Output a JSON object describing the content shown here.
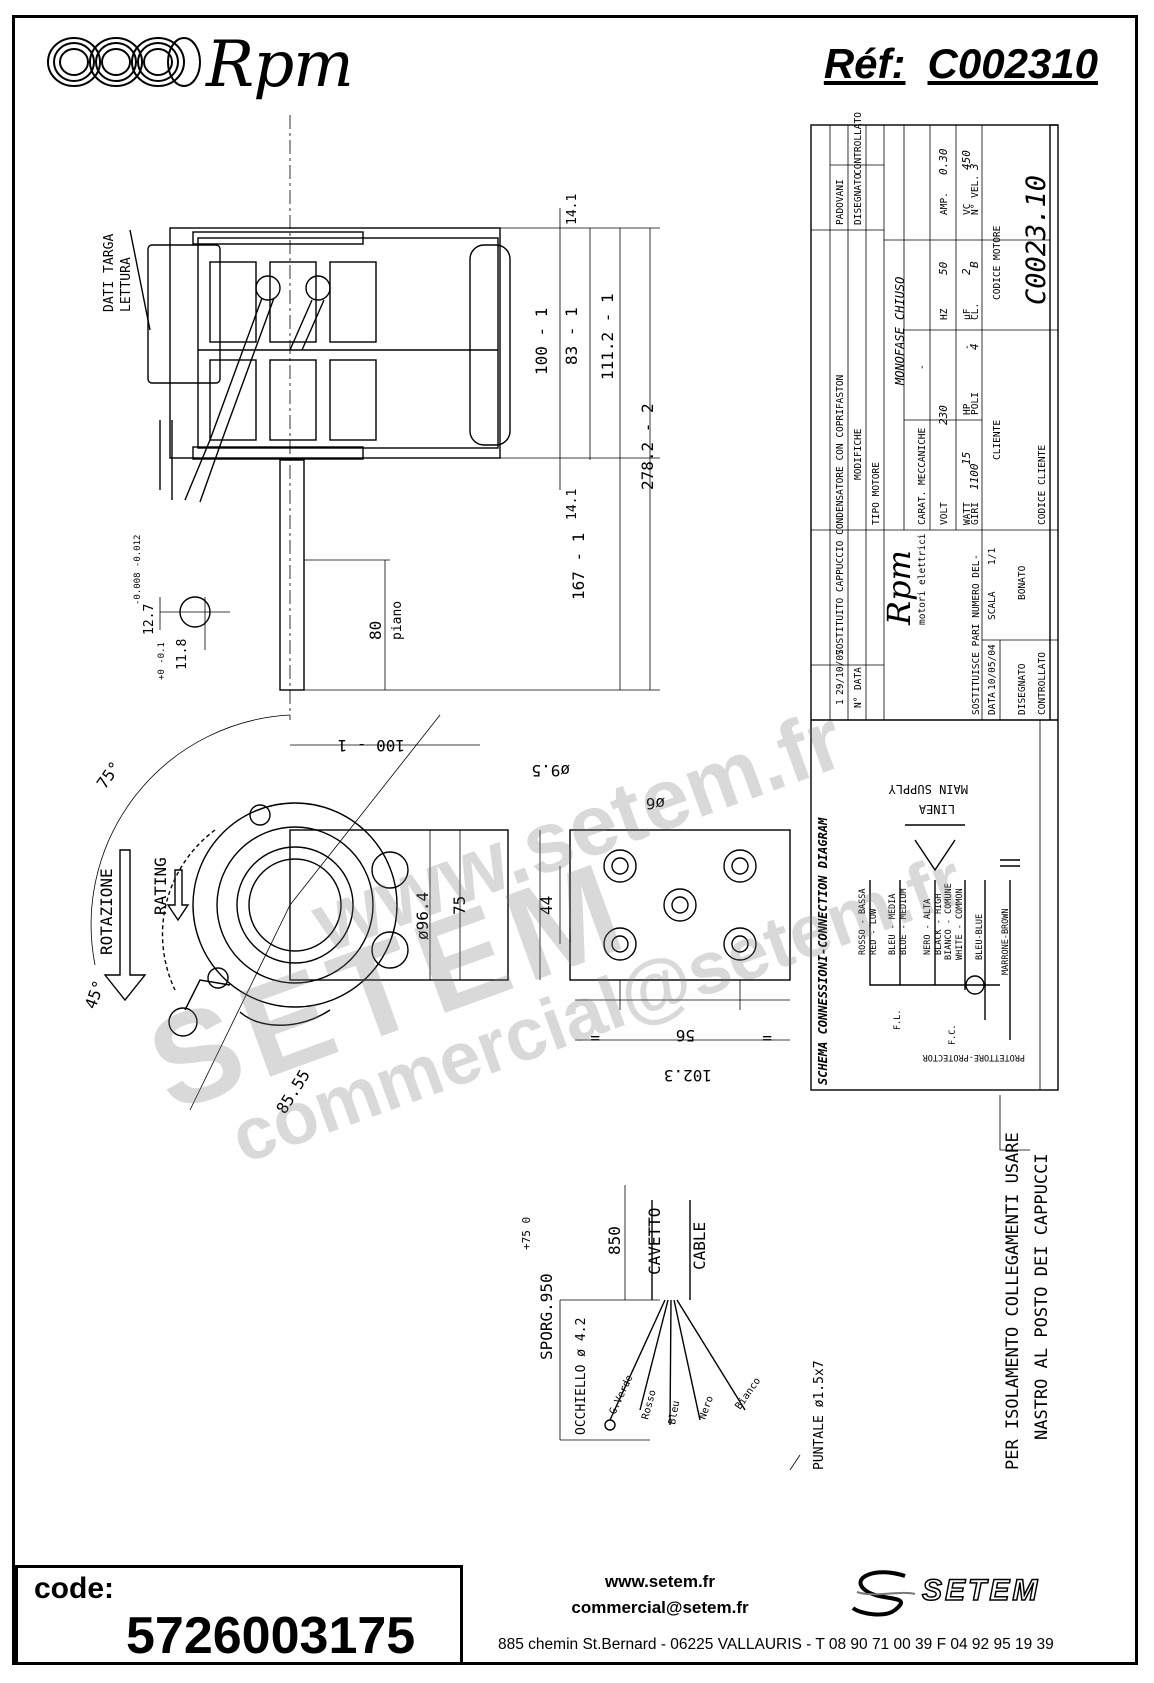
{
  "header": {
    "brand": "Rpm",
    "ref_label": "Réf:",
    "ref_value": "C002310"
  },
  "drawing": {
    "side_view": {
      "label_dati_targa": "DATI TARGA",
      "label_lettura": "LETTURA",
      "dim_14_1_top": "14.1",
      "dim_14_1_bottom": "14.1",
      "dim_100": "100 - 1",
      "dim_83": "83 - 1",
      "dim_111": "111.2 - 1",
      "dim_278": "278.2 - 2",
      "dim_167": "167 - 1",
      "dim_80": "80",
      "label_piano": "piano",
      "shaft_dia": "12.7",
      "shaft_tol": "-0.008 -0.012",
      "shaft_flat": "11.8",
      "shaft_flat_tol": "+0 -0.1"
    },
    "front_view": {
      "angle_75": "75°",
      "angle_45": "45°",
      "label_rotazione": "ROTAZIONE",
      "label_rating": "RATING",
      "dim_96_4": "ø96.4",
      "dim_85_55": "85.55",
      "dim_100_top": "100 - 1",
      "dim_75": "75",
      "dim_44": "44",
      "dim_9_5": "ø9.5",
      "dim_6": "ø6",
      "dim_56": "56",
      "dim_102_3": "102.3",
      "eq_mark": "="
    },
    "title_block": {
      "rev_no": "1",
      "rev_date": "29/10/07",
      "rev_text": "SOSTITUITO CAPPUCCIO CONDENSATORE CON COPRIFASTON",
      "rev_by": "PADOVANI",
      "col_no": "N°",
      "col_data": "DATA",
      "col_modifiche": "MODIFICHE",
      "col_disegnato": "DISEGNATO",
      "col_controllato": "CONTROLLATO",
      "tipo_motore_label": "TIPO MOTORE",
      "tipo_motore_value": "MONOFASE CHIUSO",
      "carat_label": "CARAT. MECCANICHE",
      "carat_value": "-",
      "volt_label": "VOLT",
      "volt_value": "230",
      "hz_label": "HZ",
      "hz_value": "50",
      "amp_label": "AMP.",
      "amp_value": "0.30",
      "watt_label": "WATT",
      "watt_value": "15",
      "hp_label": "HP",
      "hp_value": "-",
      "uf_label": "µF",
      "uf_value": "2",
      "vc_label": "VC",
      "vc_value": "450",
      "giri_label": "GIRI",
      "giri_value": "1100",
      "poli_label": "POLI",
      "poli_value": "4",
      "cl_label": "CL.",
      "cl_value": "B",
      "nvel_label": "N° VEL.",
      "nvel_value": "3",
      "codice_motore_label": "CODICE MOTORE",
      "codice_motore_value": "C0023.10",
      "cliente_label": "CLIENTE",
      "codice_cliente_label": "CODICE CLIENTE",
      "company_name": "Rpm",
      "company_sub": "motori elettrici",
      "sostituisce_label": "SOSTITUISCE PARI NUMERO DEL",
      "sostituisce_value": "-",
      "data_label": "DATA",
      "data_value": "10/05/04",
      "scala_label": "SCALA",
      "scala_value": "1/1",
      "disegnato_label": "DISEGNATO",
      "disegnato_value": "BONATO",
      "controllato_label": "CONTROLLATO"
    },
    "schema": {
      "title": "SCHEMA CONNESSIONI-CONNECTION DIAGRAM",
      "linea": "LINEA",
      "main_supply": "MAIN SUPPLY",
      "wire_1a": "ROSSO - BASSA",
      "wire_1b": "RED - LOW",
      "wire_2a": "BLEU - MEDIA",
      "wire_2b": "BLUE - MEDIUM",
      "wire_3a": "NERO - ALTA",
      "wire_3b": "BLACK - HIGH",
      "wire_4a": "BIANCO - COMUNE",
      "wire_4b": "WHITE - COMMON",
      "wire_5": "BLEU-BLUE",
      "wire_6": "MARRONE-BROWN",
      "fl": "F.L.",
      "fc": "F.C.",
      "protettore": "PROTETTORE-PROTECTOR"
    },
    "cable": {
      "sporg": "SPORG.950",
      "sporg_tol": "+75 0",
      "dim_850": "850",
      "cavetto": "CAVETTO",
      "cable": "CABLE",
      "occhiello": "OCCHIELLO ø 4.2",
      "gverde": "G.Verde",
      "rosso": "Rosso",
      "bleu": "Bleu",
      "nero": "Nero",
      "bianco": "Bianco",
      "puntale": "PUNTALE ø1.5x7"
    },
    "note": {
      "line1": "PER ISOLAMENTO COLLEGAMENTI USARE",
      "line2": "NASTRO AL POSTO DEI CAPPUCCI"
    }
  },
  "watermark": {
    "url": "www.setem.fr",
    "brand": "SETEM",
    "email": "commercial@setem.fr"
  },
  "footer": {
    "code_label": "code:",
    "code_value": "5726003175",
    "web": "www.setem.fr",
    "email": "commercial@setem.fr",
    "address": "885 chemin St.Bernard  -  06225 VALLAURIS  -  T 08 90 71 00 39   F 04 92 95 19 39",
    "setem_brand": "SETEM"
  }
}
